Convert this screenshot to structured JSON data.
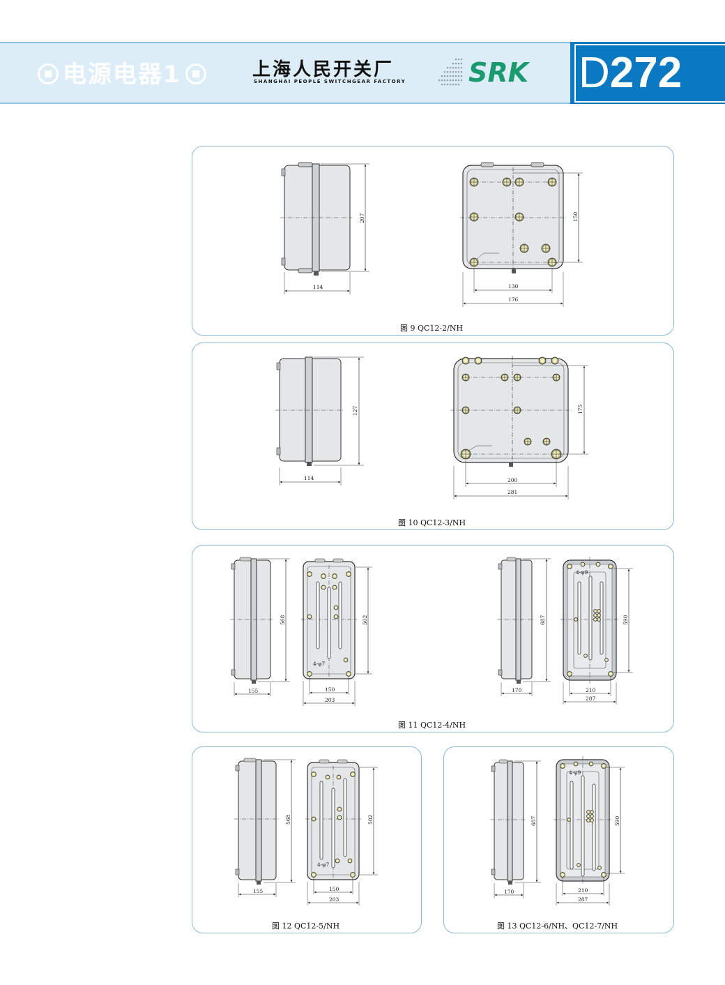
{
  "header": {
    "category": "电源电器1",
    "factory_cn": "上海人民开关厂",
    "factory_en": "SHANGHAI PEOPLE SWITCHGEAR FACTORY",
    "brand": "SRK",
    "page_letter": "D",
    "page_number": "272"
  },
  "figures": [
    {
      "caption": "图 9  QC12-2/NH",
      "dims": {
        "side_h": "207",
        "side_w": "114",
        "front_h": "150",
        "inner_w": "130",
        "outer_w": "176"
      }
    },
    {
      "caption": "图 10  QC12-3/NH",
      "dims": {
        "side_h": "127",
        "side_w": "114",
        "front_h": "175",
        "inner_w": "200",
        "outer_w": "281"
      }
    },
    {
      "caption": "图 11  QC12-4/NH",
      "dims": {
        "a_side_h": "568",
        "a_side_w": "155",
        "a_front_h": "502",
        "a_inner_w": "150",
        "a_outer_w": "203",
        "a_hole": "4-φ7",
        "b_side_h": "687",
        "b_side_w": "170",
        "b_front_h": "590",
        "b_inner_w": "210",
        "b_outer_w": "287",
        "b_hole": "4-φ9"
      }
    },
    {
      "caption": "图 12  QC12-5/NH",
      "dims": {
        "side_h": "568",
        "side_w": "155",
        "front_h": "502",
        "inner_w": "150",
        "outer_w": "203",
        "hole": "4-φ7"
      }
    },
    {
      "caption": "图 13  QC12-6/NH、QC12-7/NH",
      "dims": {
        "side_h": "687",
        "side_w": "170",
        "front_h": "590",
        "inner_w": "210",
        "outer_w": "287",
        "hole": "4-φ9"
      }
    }
  ]
}
